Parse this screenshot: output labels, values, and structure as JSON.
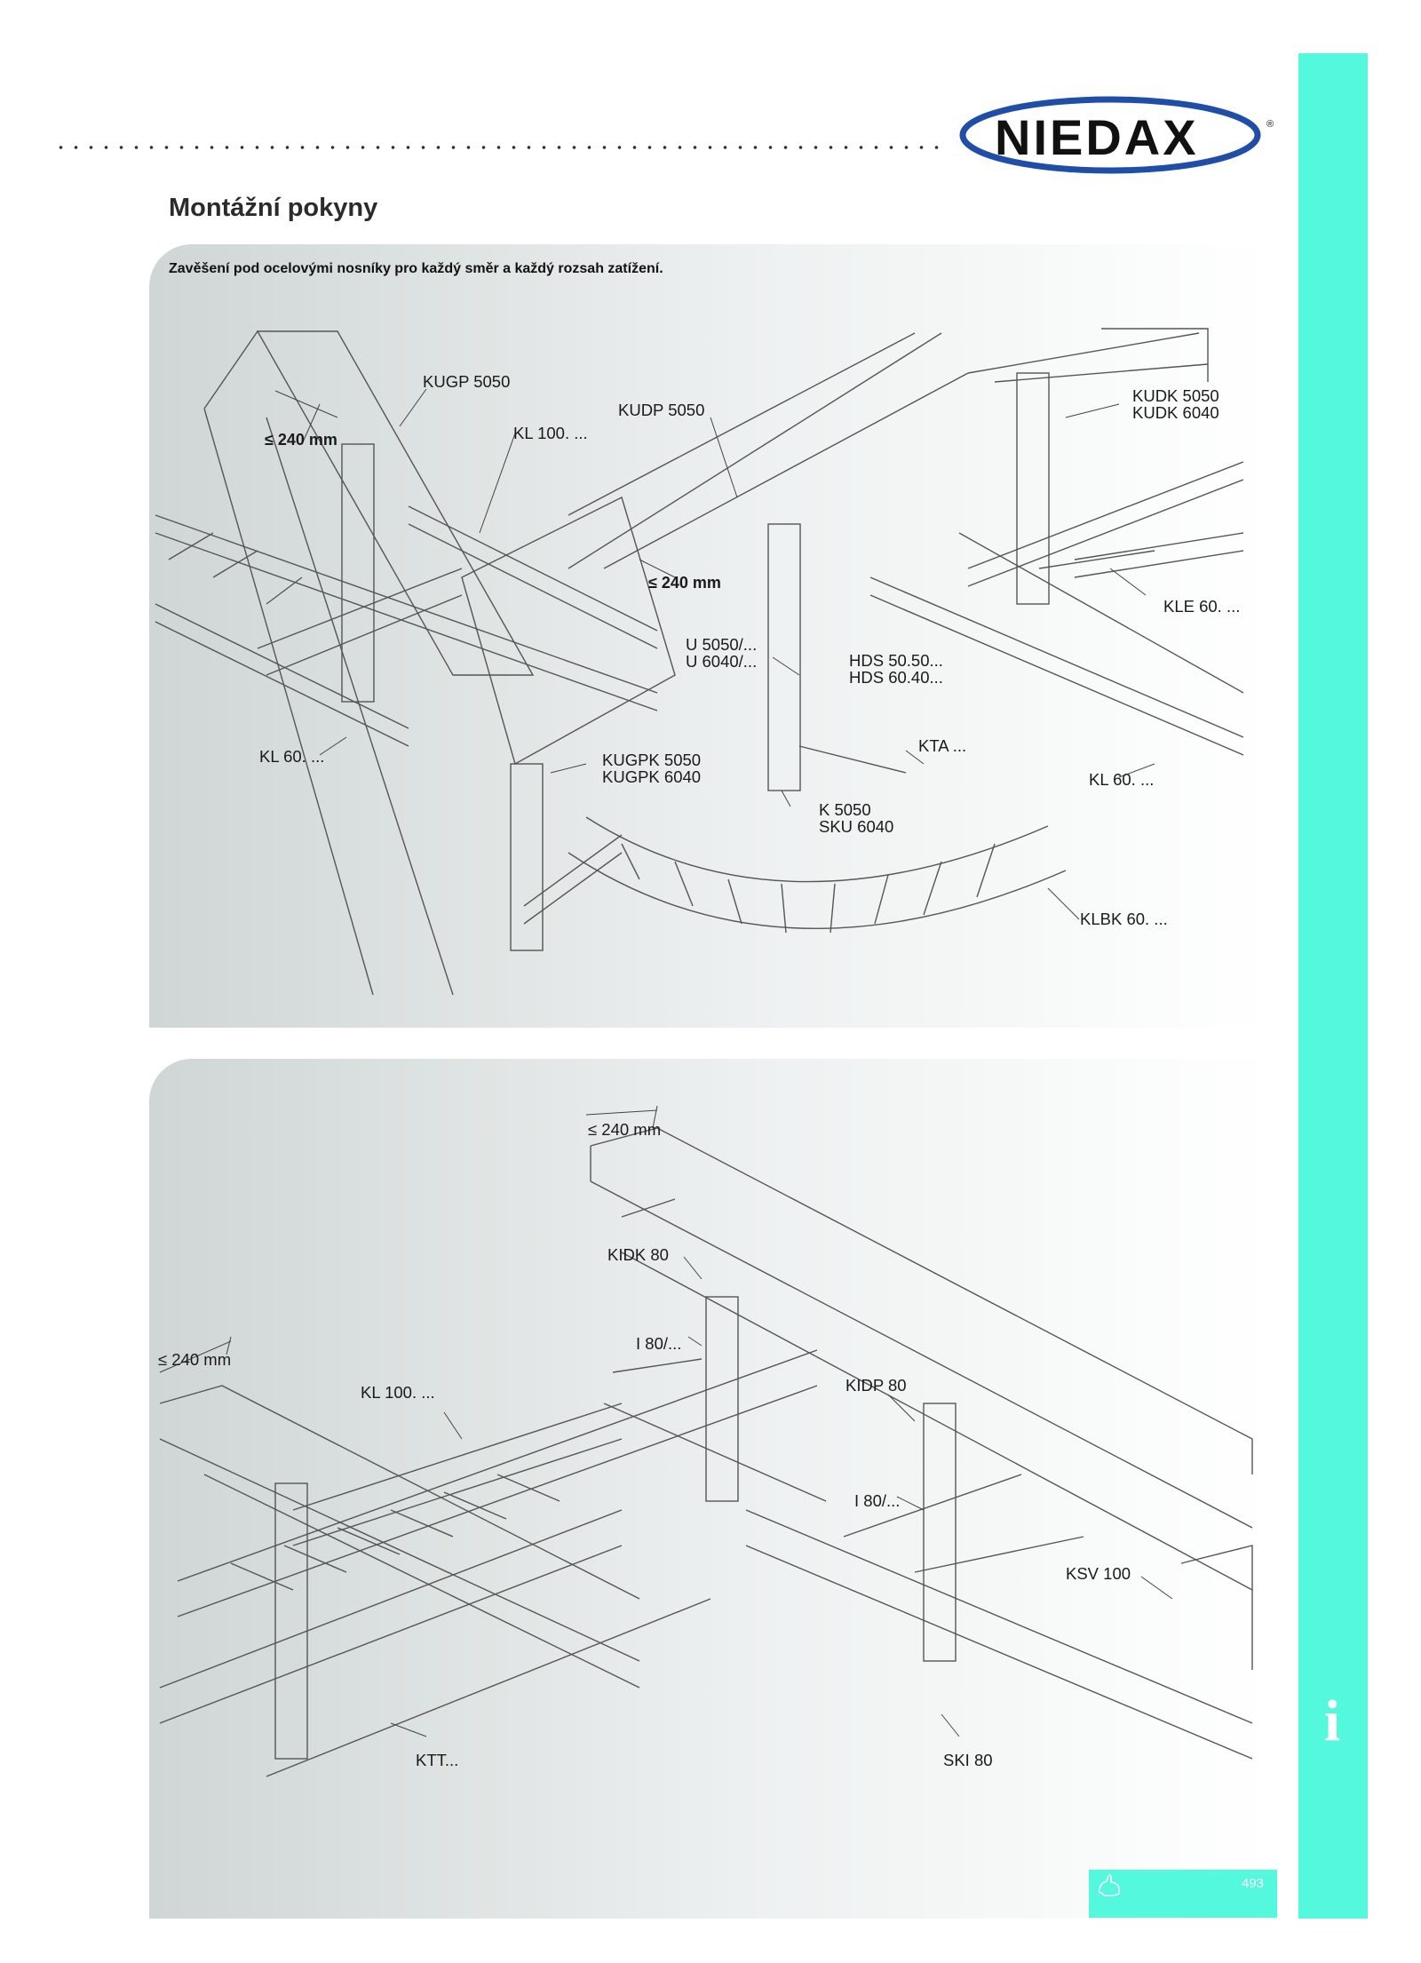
{
  "header": {
    "logo_text": "NIEDAX",
    "logo_reg": "®",
    "title": "Montážní pokyny"
  },
  "top_panel": {
    "caption": "Zavěšení pod ocelovými nosníky pro každý směr a každý rozsah zatížení.",
    "labels": {
      "kugp": "KUGP 5050",
      "kudp": "KUDP 5050",
      "kl100": "KL 100. ...",
      "dim1": "≤ 240 mm",
      "dim2": "≤ 240 mm",
      "kudk1": "KUDK 5050",
      "kudk2": "KUDK 6040",
      "kle": "KLE 60. ...",
      "u1": "U 5050/...",
      "u2": "U 6040/...",
      "hds1": "HDS 50.50...",
      "hds2": "HDS 60.40...",
      "kta": "KTA ...",
      "kl60a": "KL 60. ...",
      "kl60b": "KL 60. ...",
      "kugpk1": "KUGPK 5050",
      "kugpk2": "KUGPK 6040",
      "k1": "K 5050",
      "k2": "SKU 6040",
      "klbk": "KLBK 60. ..."
    }
  },
  "bottom_panel": {
    "labels": {
      "dim1": "≤ 240 mm",
      "dim2": "≤ 240 mm",
      "kidk": "KIDK 80",
      "i80a": "I 80/...",
      "kl100": "KL 100. ...",
      "kidp": "KIDP 80",
      "i80b": "I 80/...",
      "ksv": "KSV 100",
      "ktt": "KTT...",
      "ski": "SKI 80"
    }
  },
  "footer": {
    "page_number": "493",
    "hand_icon": "hand-pointer-icon",
    "info_icon": "info-icon"
  },
  "colors": {
    "accent": "#54f8dc",
    "line": "#555555"
  }
}
